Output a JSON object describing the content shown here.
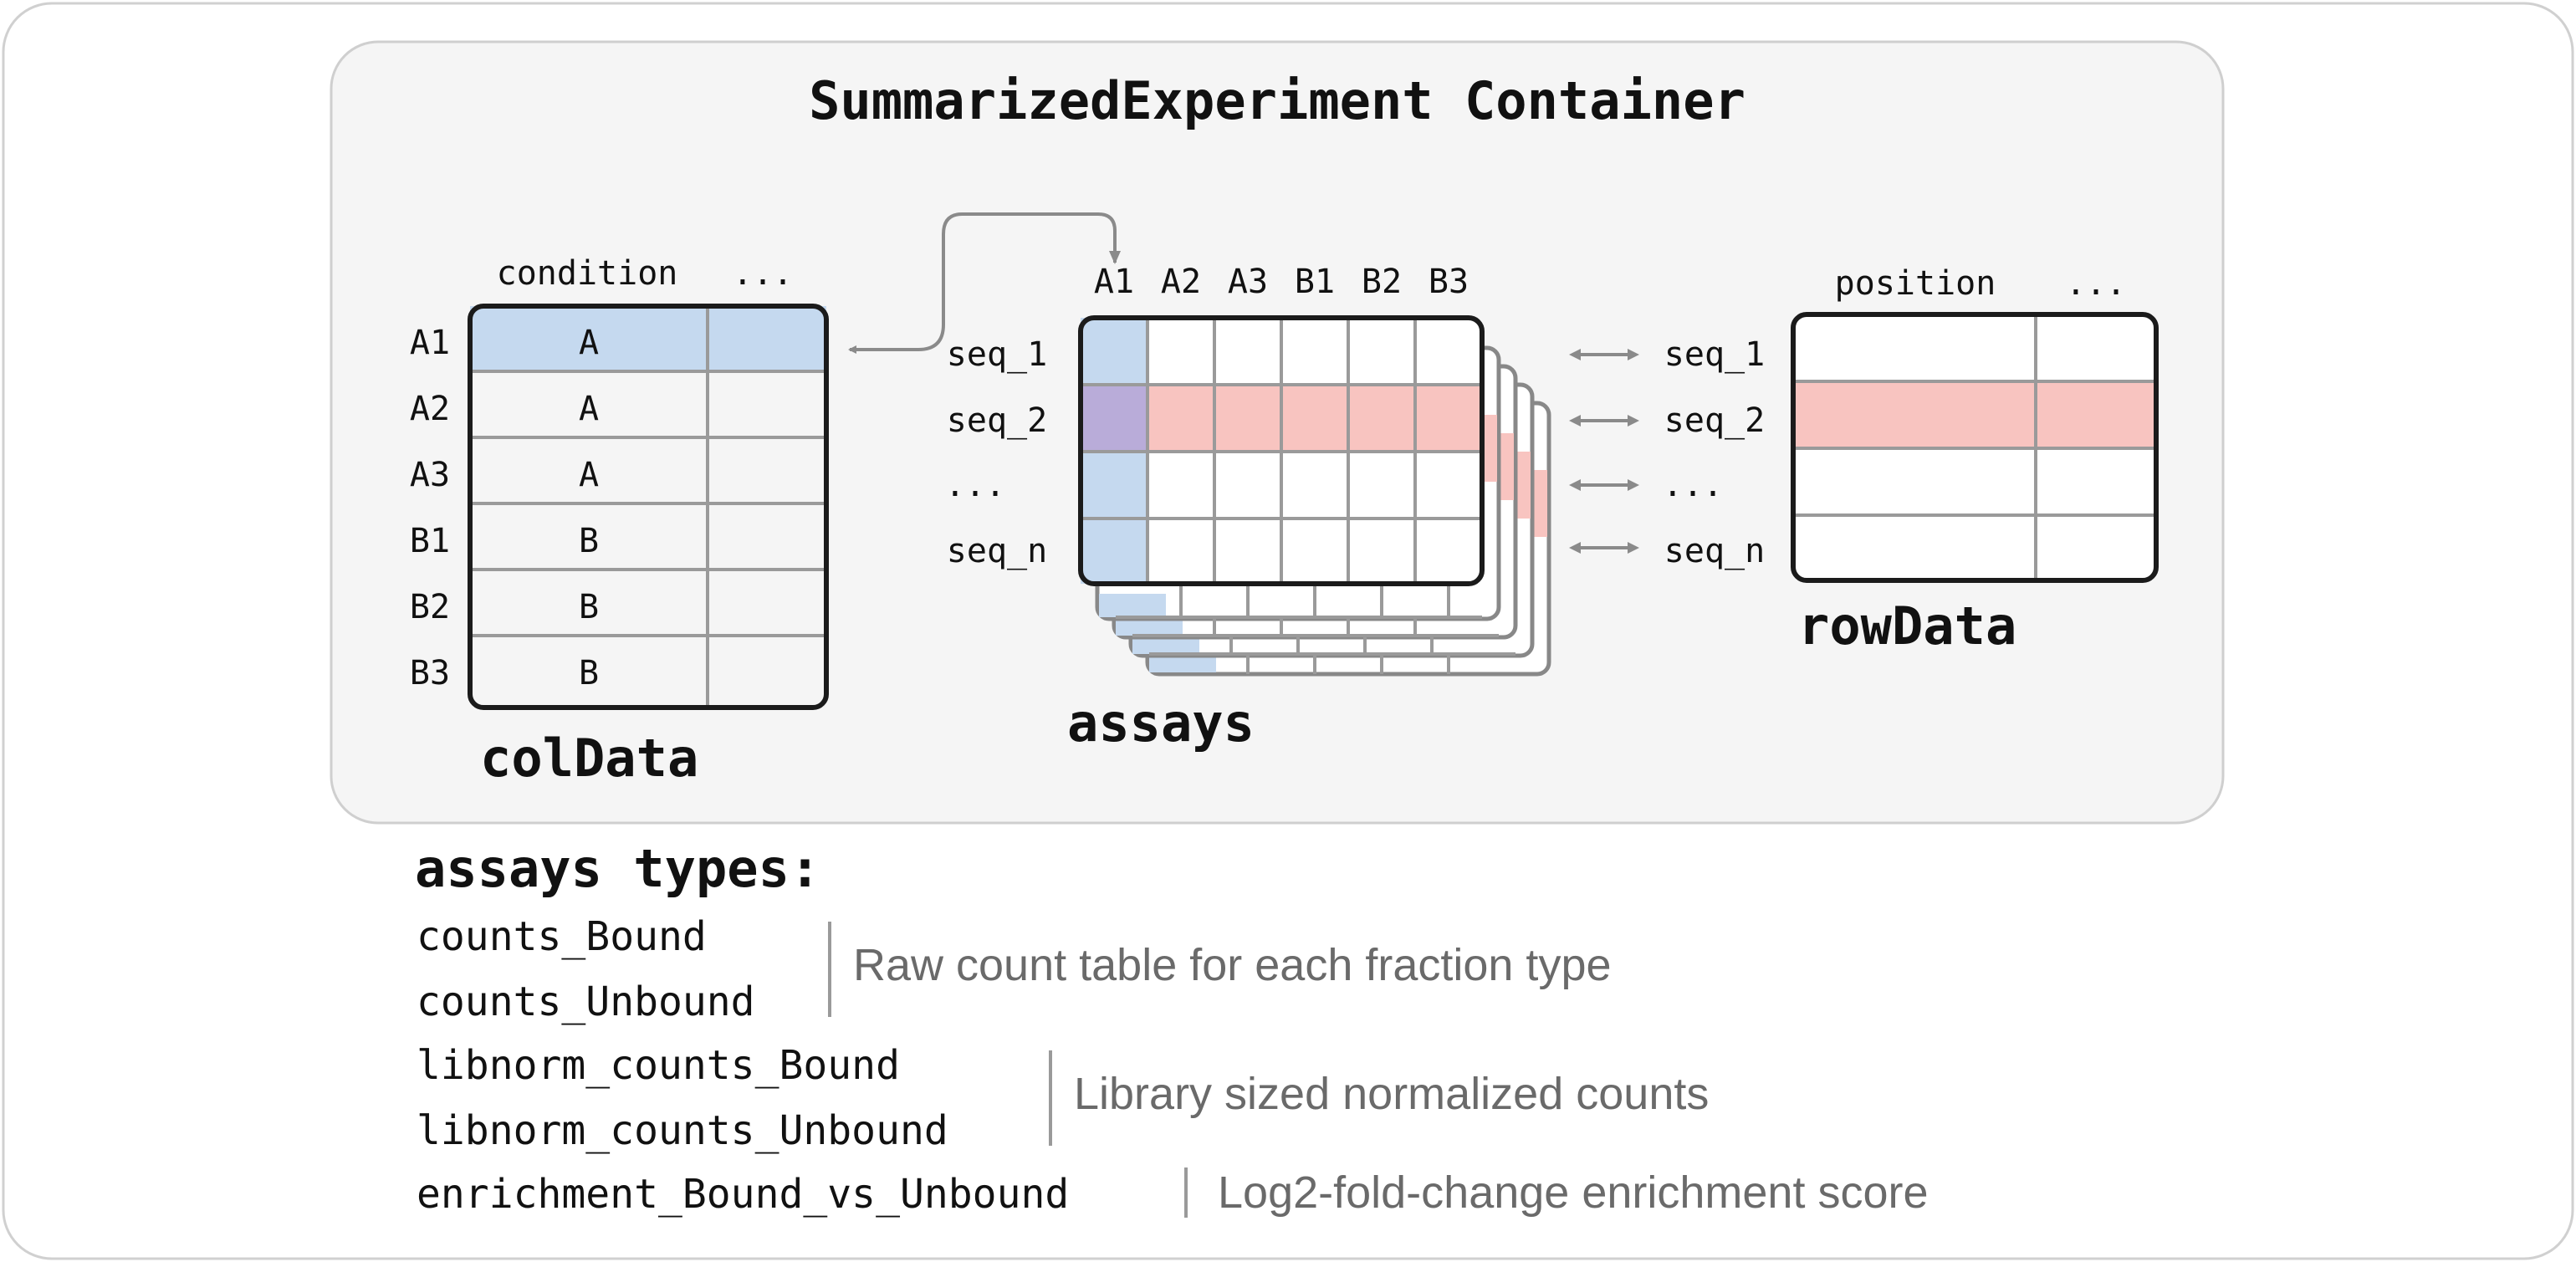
{
  "title": "SummarizedExperiment Container",
  "coldata": {
    "label": "colData",
    "headers": [
      "condition",
      "..."
    ],
    "rows": [
      {
        "name": "A1",
        "condition": "A"
      },
      {
        "name": "A2",
        "condition": "A"
      },
      {
        "name": "A3",
        "condition": "A"
      },
      {
        "name": "B1",
        "condition": "B"
      },
      {
        "name": "B2",
        "condition": "B"
      },
      {
        "name": "B3",
        "condition": "B"
      }
    ]
  },
  "assays": {
    "label": "assays",
    "columns": [
      "A1",
      "A2",
      "A3",
      "B1",
      "B2",
      "B3"
    ],
    "rows": [
      "seq_1",
      "seq_2",
      "...",
      "seq_n"
    ]
  },
  "rowdata": {
    "label": "rowData",
    "headers": [
      "position",
      "..."
    ]
  },
  "assay_types": {
    "heading": "assays types:",
    "groups": [
      {
        "names": [
          "counts_Bound",
          "counts_Unbound"
        ],
        "description": "Raw count table for each fraction type"
      },
      {
        "names": [
          "libnorm_counts_Bound",
          "libnorm_counts_Unbound"
        ],
        "description": "Library sized normalized counts"
      },
      {
        "names": [
          "enrichment_Bound_vs_Unbound"
        ],
        "description": "Log2-fold-change enrichment score"
      }
    ]
  },
  "colors": {
    "container_fill": "#f5f5f5",
    "container_stroke": "#cfcfcf",
    "outer_stroke": "#d0d0d0",
    "blue_highlight": "#c5d9ef",
    "red_highlight": "#f8c4c0",
    "purple_highlight": "#b9acd9",
    "grid": "#9a9a9a",
    "arrow": "#8a8a8a",
    "text": "#111111",
    "description_text": "#6a6a6a"
  }
}
